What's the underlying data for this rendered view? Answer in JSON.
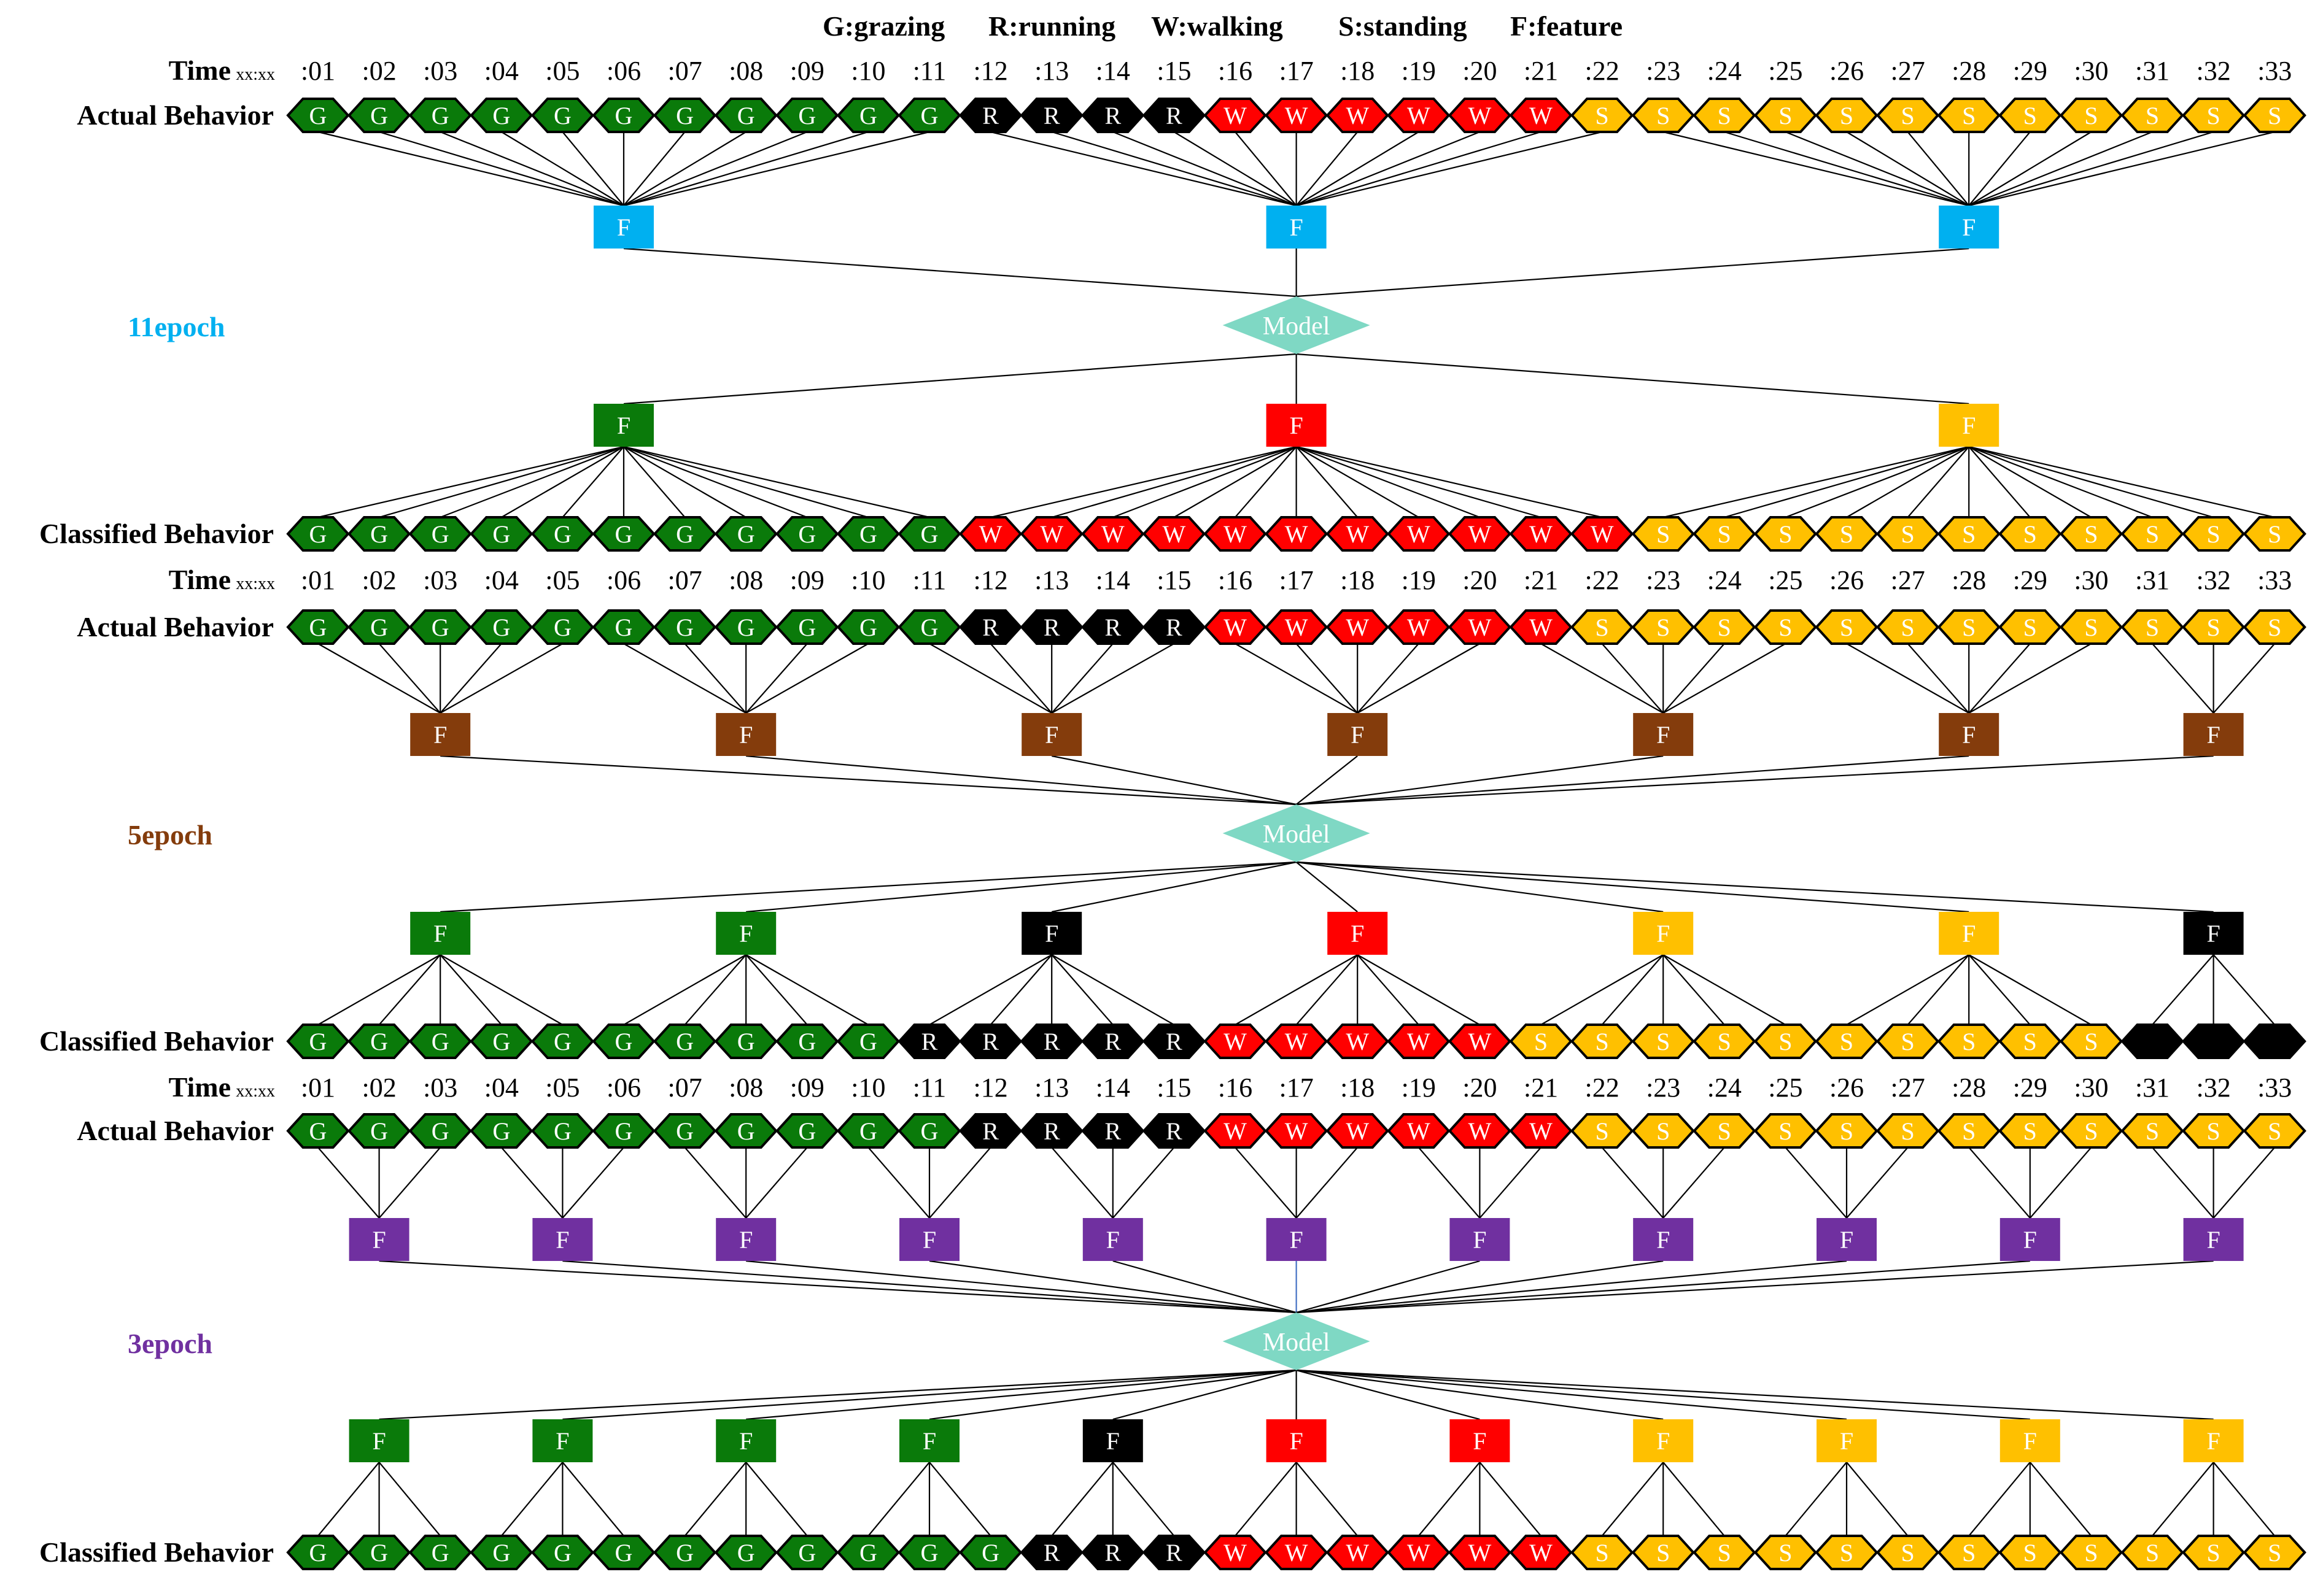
{
  "legend": {
    "grazing": "G:grazing",
    "running": "R:running",
    "walking": "W:walking",
    "standing": "S:standing",
    "feature": "F:feature"
  },
  "colors": {
    "G": "#0A7A0A",
    "R": "#000000",
    "W": "#FF0000",
    "S": "#FFC000",
    "model": "#7FD8C4",
    "epoch_11": "#00B0F0",
    "epoch_5": "#843C0C",
    "epoch_3": "#7030A0"
  },
  "labels": {
    "time": "Time",
    "time_prefix": "xx:xx",
    "actual": "Actual Behavior",
    "classified": "Classified Behavior",
    "feature": "F",
    "model": "Model"
  },
  "time_ticks": [
    ":01",
    ":02",
    ":03",
    ":04",
    ":05",
    ":06",
    ":07",
    ":08",
    ":09",
    ":10",
    ":11",
    ":12",
    ":13",
    ":14",
    ":15",
    ":16",
    ":17",
    ":18",
    ":19",
    ":20",
    ":21",
    ":22",
    ":23",
    ":24",
    ":25",
    ":26",
    ":27",
    ":28",
    ":29",
    ":30",
    ":31",
    ":32",
    ":33"
  ],
  "actual_behavior": "GGGGGGGGGGGRRRRWWWWWWSSSSSSSSSSSS",
  "sections": [
    {
      "epoch_label": "11epoch",
      "epoch_size": 11,
      "feature_color": "epoch_11",
      "classified_features": [
        "G",
        "W",
        "S"
      ]
    },
    {
      "epoch_label": "5epoch",
      "epoch_size": 5,
      "feature_color": "epoch_5",
      "classified_features": [
        "G",
        "G",
        "R",
        "W",
        "S",
        "S"
      ]
    },
    {
      "epoch_label": "3epoch",
      "epoch_size": 3,
      "feature_color": "epoch_3",
      "classified_features": [
        "G",
        "G",
        "G",
        "G",
        "R",
        "W",
        "W",
        "S",
        "S",
        "S",
        "S"
      ]
    }
  ]
}
